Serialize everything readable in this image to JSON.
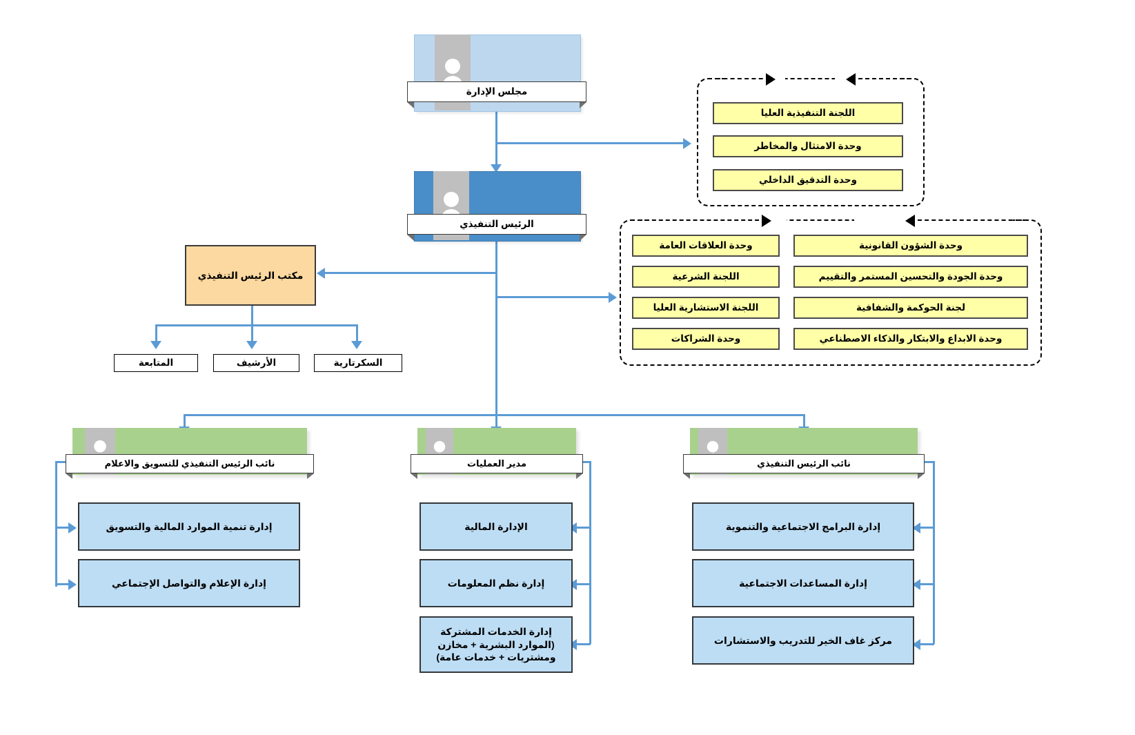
{
  "chart_title": "",
  "colors": {
    "connector": "#5b9bd5",
    "yellow_box": "#ffffa8",
    "blue_box": "#bdddf4",
    "orange_box": "#fbd9a0",
    "green_band": "#a9d18e",
    "board_band": "#bdd7ee",
    "ceo_band": "#4a8ec9",
    "dashed_border": "#000000"
  },
  "top": {
    "board": {
      "title": "مجلس الإدارة",
      "icon": "person-avatar-icon"
    },
    "ceo": {
      "title": "الرئيس التنفيذي",
      "icon": "person-avatar-icon"
    },
    "ceo_office": {
      "title": "مكتب الرئيس التنفيذي"
    }
  },
  "ceo_office_children": [
    {
      "label": "السكرتارية"
    },
    {
      "label": "الأرشيف"
    },
    {
      "label": "المتابعة"
    }
  ],
  "board_committees": {
    "group_name": "board-committees-dashed-group",
    "items": [
      {
        "label": "اللجنة التنفيذية العليا"
      },
      {
        "label": "وحدة الامتثال والمخاطر"
      },
      {
        "label": "وحدة التدقيق الداخلي"
      }
    ]
  },
  "ceo_committees": {
    "group_name": "ceo-units-dashed-group",
    "right_column": [
      {
        "label": "وحدة الشؤون القانونية"
      },
      {
        "label": "وحدة الجودة والتحسين المستمر والتقييم"
      },
      {
        "label": "لجنة الحوكمة والشفافية"
      },
      {
        "label": "وحدة الابداع والابتكار والذكاء الاصطناعي"
      }
    ],
    "left_column": [
      {
        "label": "وحدة العلاقات العامة"
      },
      {
        "label": "اللجنة الشرعية"
      },
      {
        "label": "اللجنة الاستشارية العليا"
      },
      {
        "label": "وحدة الشراكات"
      }
    ]
  },
  "branches": [
    {
      "id": "branch-marketing",
      "head": {
        "title": "نائب الرئيس التنفيذي للتسويق والاعلام",
        "icon": "person-avatar-icon"
      },
      "connector_side": "left",
      "departments": [
        {
          "label": "إدارة تنمية الموارد المالية والتسويق"
        },
        {
          "label": "إدارة الإعلام والتواصل الإجتماعي"
        }
      ]
    },
    {
      "id": "branch-operations",
      "head": {
        "title": "مدير العمليات",
        "icon": "person-avatar-icon"
      },
      "connector_side": "right",
      "departments": [
        {
          "label": "الإدارة المالية"
        },
        {
          "label": "إدارة نظم المعلومات"
        },
        {
          "label": "إدارة الخدمات المشتركة\n(الموارد البشرية + مخازن\nومشتريات + خدمات عامة)"
        }
      ]
    },
    {
      "id": "branch-vice-ceo",
      "head": {
        "title": "نائب الرئيس التنفيذي",
        "icon": "person-avatar-icon"
      },
      "connector_side": "right",
      "departments": [
        {
          "label": "إدارة البرامج الاجتماعية والتنموية"
        },
        {
          "label": "إدارة المساعدات الاجتماعية"
        },
        {
          "label": "مركز غاف الخير للتدريب والاستشارات"
        }
      ]
    }
  ]
}
